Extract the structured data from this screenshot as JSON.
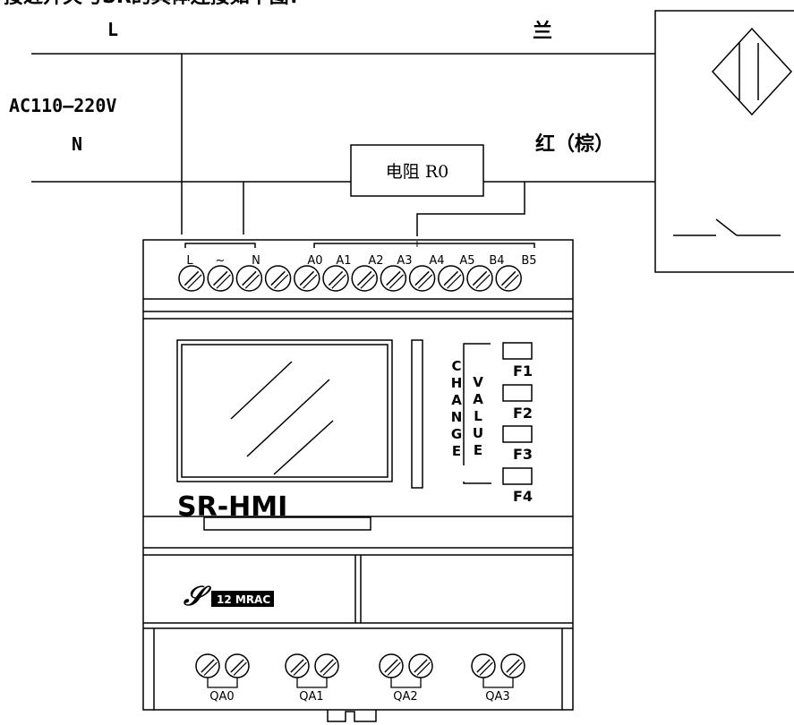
{
  "header_text": "接近开关与SR的具体连接如下图：",
  "wire_labels": {
    "line": "L",
    "voltage": "AC110—220V",
    "neutral": "N",
    "blue": "兰",
    "red_brown": "红（棕）"
  },
  "resistor": {
    "label": "电阻 R0"
  },
  "plc": {
    "model_label": "SR-HMI",
    "badge": "12 MRAC",
    "input_terminals": [
      "L",
      "~",
      "N",
      "A0",
      "A1",
      "A2",
      "A3",
      "A4",
      "A5",
      "B4",
      "B5"
    ],
    "change_text": [
      "C",
      "H",
      "A",
      "N",
      "G",
      "E"
    ],
    "value_text": [
      "V",
      "A",
      "L",
      "U",
      "E"
    ],
    "function_keys": [
      "F1",
      "F2",
      "F3",
      "F4"
    ],
    "outputs": [
      "QA0",
      "QA1",
      "QA2",
      "QA3"
    ]
  }
}
